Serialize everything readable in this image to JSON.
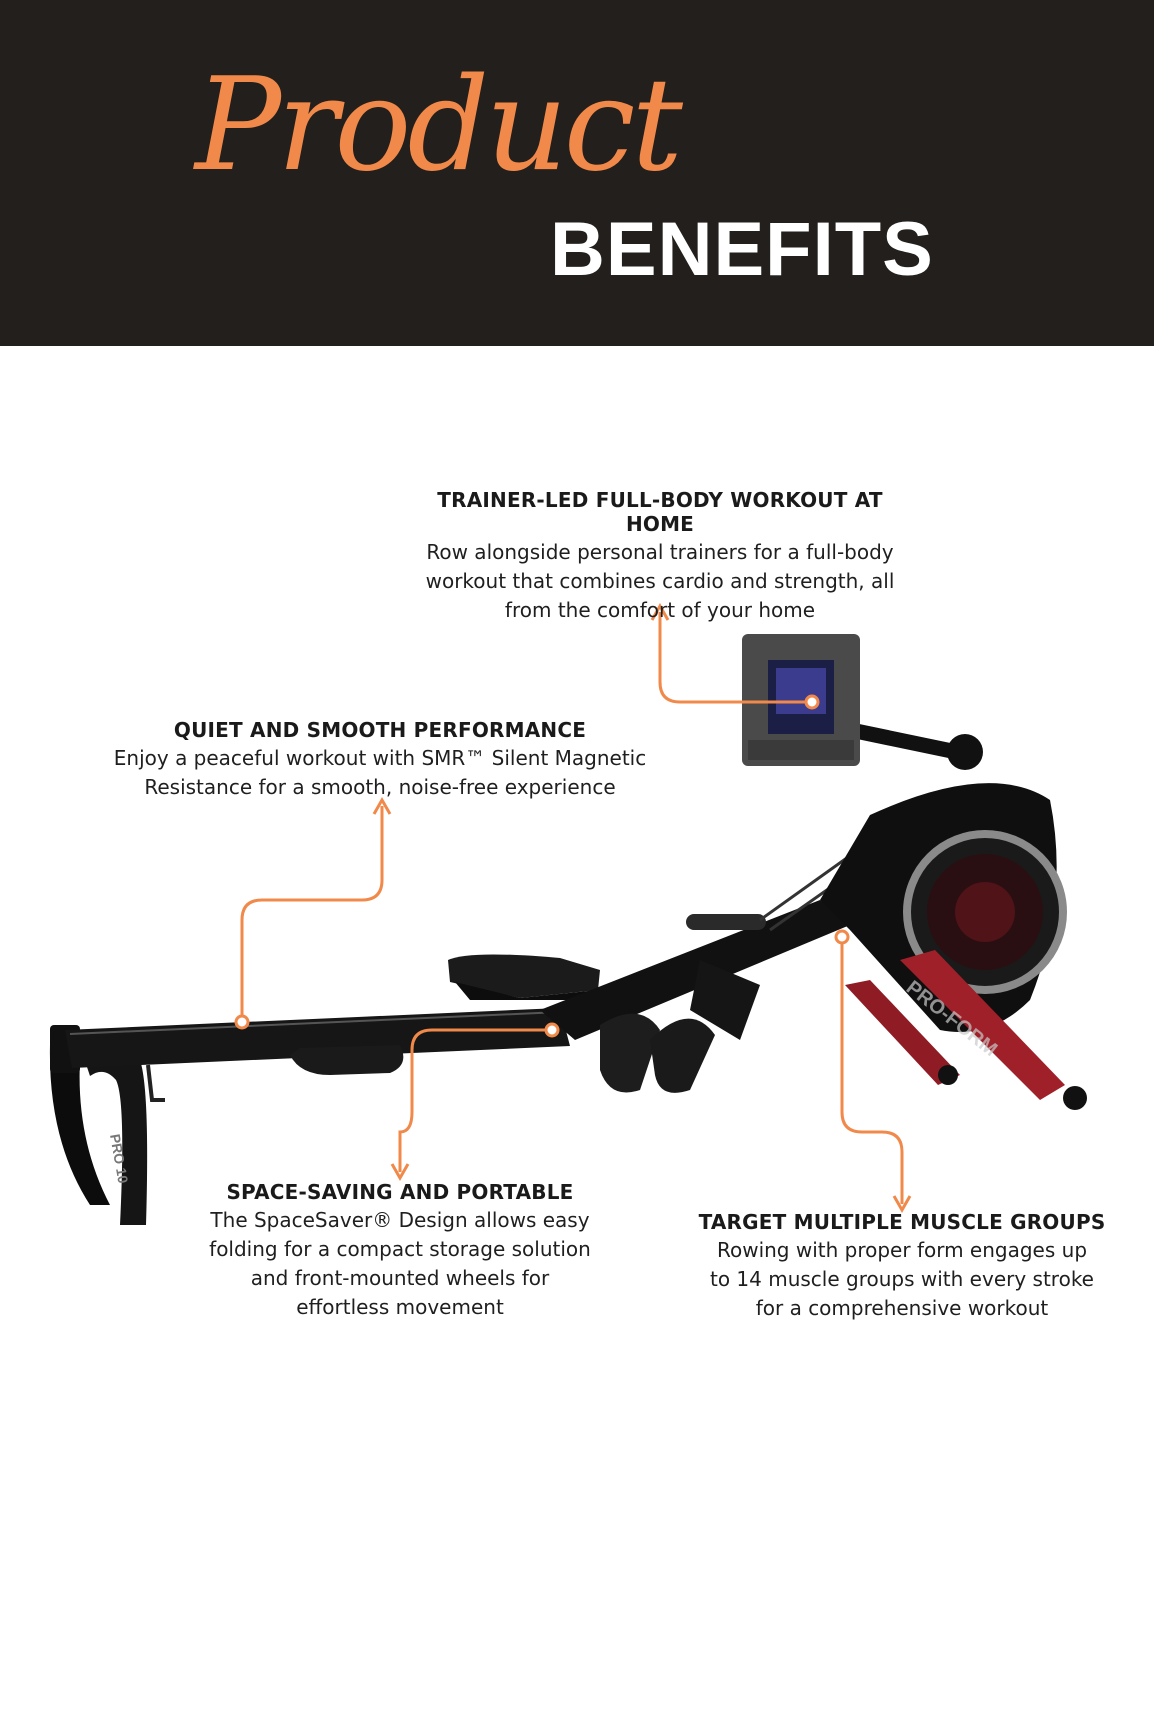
{
  "header": {
    "script_word": "Product",
    "bold_word": "BENEFITS",
    "accent_color": "#f0894a",
    "background_color": "#231f1c"
  },
  "callouts": [
    {
      "title": "TRAINER-LED FULL-BODY WORKOUT AT HOME",
      "lines": [
        "Row alongside personal trainers for a full-body",
        "workout that combines cardio and strength, all",
        "from the comfort of your home"
      ]
    },
    {
      "title": "QUIET AND SMOOTH PERFORMANCE",
      "lines": [
        "Enjoy a peaceful workout with SMR™ Silent Magnetic",
        "Resistance for a smooth, noise-free experience"
      ]
    },
    {
      "title": "SPACE-SAVING AND PORTABLE",
      "lines": [
        "The SpaceSaver® Design allows easy",
        "folding for a compact storage solution",
        "and front-mounted wheels for",
        "effortless movement"
      ]
    },
    {
      "title": "TARGET MULTIPLE MUSCLE GROUPS",
      "lines": [
        "Rowing with proper form engages up",
        "to 14 muscle groups with every stroke",
        "for a comprehensive workout"
      ]
    }
  ],
  "product": {
    "brand_mark": "PRO-FORM",
    "model_mark": "PRO 10",
    "frame_color": "#8f1c24"
  }
}
